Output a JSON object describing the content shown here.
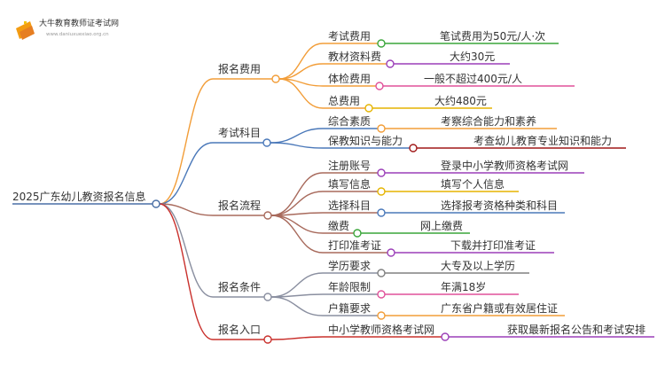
{
  "logo": {
    "title": "大牛教育教师证考试网",
    "url": "www.daniuxuexiao.org.cn"
  },
  "root": "2025广东幼儿教资报名信息",
  "colors": {
    "line": "#4a6fa5",
    "fee": "#f29d38",
    "subjects": "#4a78b9",
    "process": "#a86a5c",
    "conditions": "#8a8fa0",
    "entry": "#c9302c",
    "purple": "#9b3fb8",
    "pink": "#e0519a",
    "yellow": "#e5b400",
    "green": "#3aa63a",
    "darkred": "#a01818",
    "gray": "#808080"
  },
  "branches": [
    {
      "label": "报名费用",
      "color": "fee",
      "children": [
        {
          "label": "考试费用",
          "color": "green",
          "leaf": "笔试费用为50元/人·次"
        },
        {
          "label": "教材资料费",
          "color": "purple",
          "leaf": "大约30元"
        },
        {
          "label": "体检费用",
          "color": "pink",
          "leaf": "一般不超过400元/人"
        },
        {
          "label": "总费用",
          "color": "yellow",
          "leaf": "大约480元"
        }
      ]
    },
    {
      "label": "考试科目",
      "color": "subjects",
      "children": [
        {
          "label": "综合素质",
          "color": "fee",
          "leaf": "考察综合能力和素养"
        },
        {
          "label": "保教知识与能力",
          "color": "darkred",
          "leaf": "考查幼儿教育专业知识和能力"
        }
      ]
    },
    {
      "label": "报名流程",
      "color": "process",
      "children": [
        {
          "label": "注册账号",
          "color": "purple",
          "leaf": "登录中小学教师资格考试网"
        },
        {
          "label": "填写信息",
          "color": "yellow",
          "leaf": "填写个人信息"
        },
        {
          "label": "选择科目",
          "color": "subjects",
          "leaf": "选择报考资格种类和科目"
        },
        {
          "label": "缴费",
          "color": "green",
          "leaf": "网上缴费"
        },
        {
          "label": "打印准考证",
          "color": "purple",
          "leaf": "下载并打印准考证"
        }
      ]
    },
    {
      "label": "报名条件",
      "color": "conditions",
      "children": [
        {
          "label": "学历要求",
          "color": "gray",
          "leaf": "大专及以上学历"
        },
        {
          "label": "年龄限制",
          "color": "pink",
          "leaf": "年满18岁"
        },
        {
          "label": "户籍要求",
          "color": "fee",
          "leaf": "广东省户籍或有效居住证"
        }
      ]
    },
    {
      "label": "报名入口",
      "color": "entry",
      "children": [
        {
          "label": "中小学教师资格考试网",
          "color": "purple",
          "leaf": "获取最新报名公告和考试安排"
        }
      ]
    }
  ]
}
